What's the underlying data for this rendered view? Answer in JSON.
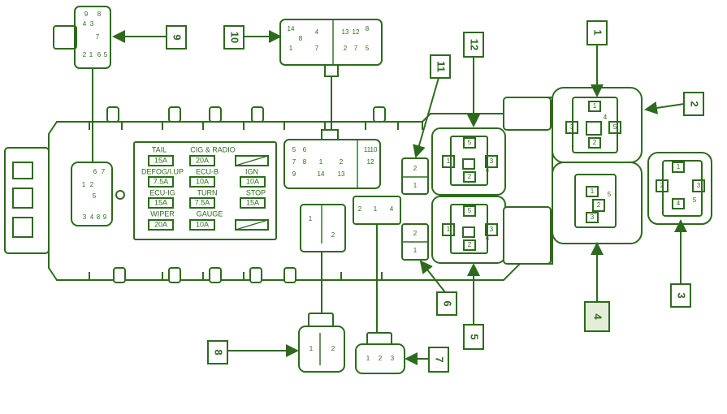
{
  "colors": {
    "line": "#2e6a1e",
    "background": "#ffffff",
    "highlight": "#e3eed8"
  },
  "callouts": [
    {
      "id": "1",
      "label": "1"
    },
    {
      "id": "2",
      "label": "2"
    },
    {
      "id": "3",
      "label": "3"
    },
    {
      "id": "4",
      "label": "4"
    },
    {
      "id": "5",
      "label": "5"
    },
    {
      "id": "6",
      "label": "6"
    },
    {
      "id": "7",
      "label": "7"
    },
    {
      "id": "8",
      "label": "8"
    },
    {
      "id": "9",
      "label": "9"
    },
    {
      "id": "10",
      "label": "10"
    },
    {
      "id": "11",
      "label": "11"
    },
    {
      "id": "12",
      "label": "12"
    }
  ],
  "fuses": {
    "col1_label": "TAIL",
    "col2_label": "CIG & RADIO",
    "rows": [
      {
        "l1": "",
        "a1": "15A",
        "a2": "20A",
        "l3": "",
        "a3": ""
      },
      {
        "l1": "DEFOG/I.UP",
        "a1": "7.5A",
        "a2": "10A",
        "l3": "IGN",
        "a3": "10A"
      },
      {
        "l1": "ECU-IG",
        "a1": "15A",
        "a2": "7.5A",
        "l3": "STOP",
        "a3": "15A"
      },
      {
        "l1": "WIPER",
        "a1": "20A",
        "a2": "10A",
        "l3": "",
        "a3": ""
      }
    ],
    "mid_labels": [
      "ECU-B",
      "TURN",
      "GAUGE"
    ]
  },
  "pins": {
    "c9": [
      "9",
      "8",
      "4",
      "3",
      "7",
      "6",
      "5",
      "2",
      "1"
    ],
    "c10_left": [
      "14",
      "8",
      "1",
      "7",
      "4"
    ],
    "c10_right": [
      "13",
      "12",
      "8",
      "2",
      "7",
      "5"
    ],
    "block_left": [
      "6",
      "7",
      "1",
      "2",
      "5",
      "3",
      "4",
      "8",
      "9"
    ],
    "block_mid": [
      "5",
      "6",
      "7",
      "8",
      "9",
      "14",
      "13",
      "11",
      "10",
      "12",
      "1",
      "2"
    ],
    "relay1": [
      "1",
      "4",
      "3",
      "2",
      "5"
    ],
    "relay4": [
      "1",
      "2",
      "3",
      "5"
    ],
    "relay3": [
      "1",
      "2",
      "3",
      "4",
      "5"
    ],
    "relay12": [
      "5",
      "1",
      "3",
      "2",
      "4"
    ],
    "relay5": [
      "5",
      "1",
      "3",
      "2",
      "4"
    ],
    "c11": [
      "2",
      "1"
    ],
    "c6": [
      "2",
      "1"
    ],
    "c_mid": [
      "1",
      "2"
    ],
    "c7_top": [
      "2",
      "1",
      "4"
    ],
    "c8": [
      "1",
      "2"
    ],
    "c7": [
      "1",
      "2",
      "3"
    ]
  }
}
